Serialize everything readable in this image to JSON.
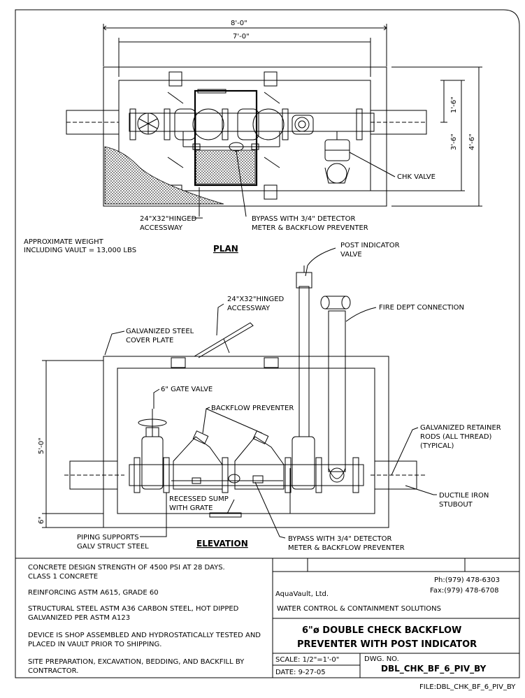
{
  "plan": {
    "title": "PLAN",
    "dim_outer": "8'-0\"",
    "dim_inner": "7'-0\"",
    "dim_1_6": "1'-6\"",
    "dim_3_6": "3'-6\"",
    "dim_4_6": "4'-6\"",
    "chk_valve": "CHK VALVE",
    "accessway_1": "24\"X32\"HINGED",
    "accessway_2": "ACCESSWAY",
    "bypass_1": "BYPASS WITH 3/4\" DETECTOR",
    "bypass_2": "METER & BACKFLOW PREVENTER"
  },
  "weight": {
    "line1": "APPROXIMATE WEIGHT",
    "line2": "INCLUDING VAULT = 13,000 LBS"
  },
  "elevation": {
    "title": "ELEVATION",
    "post_indicator_1": "POST INDICATOR",
    "post_indicator_2": "VALVE",
    "accessway_1": "24\"X32\"HINGED",
    "accessway_2": "ACCESSWAY",
    "fire_dept": "FIRE DEPT CONNECTION",
    "cover_1": "GALVANIZED STEEL",
    "cover_2": "COVER PLATE",
    "gate_valve": "6\" GATE VALVE",
    "backflow": "BACKFLOW PREVENTER",
    "retainer_1": "GALVANIZED RETAINER",
    "retainer_2": "RODS (ALL THREAD)",
    "retainer_3": "(TYPICAL)",
    "dim_5_0": "5'-0\"",
    "dim_6": "6\"",
    "sump_1": "RECESSED SUMP",
    "sump_2": "WITH GRATE",
    "ductile_1": "DUCTILE IRON",
    "ductile_2": "STUBOUT",
    "piping_1": "PIPING SUPPORTS",
    "piping_2": "GALV STRUCT STEEL",
    "bypass_1": "BYPASS WITH 3/4\" DETECTOR",
    "bypass_2": "METER & BACKFLOW PREVENTER"
  },
  "notes": [
    [
      "CONCRETE DESIGN STRENGTH OF 4500 PSI AT 28 DAYS.",
      "CLASS 1 CONCRETE"
    ],
    [
      "REINFORCING ASTM A615, GRADE 60"
    ],
    [
      "STRUCTURAL STEEL ASTM A36 CARBON STEEL, HOT DIPPED",
      "GALVANIZED PER ASTM A123"
    ],
    [
      "DEVICE IS SHOP ASSEMBLED AND HYDROSTATICALLY TESTED AND",
      "PLACED IN VAULT PRIOR TO SHIPPING."
    ],
    [
      "SITE PREPARATION, EXCAVATION, BEDDING, AND BACKFILL BY",
      "CONTRACTOR."
    ]
  ],
  "title_block": {
    "company": "AquaVault, Ltd.",
    "phone": "Ph:(979) 478-6303",
    "fax": "Fax:(979) 478-6708",
    "tagline": "WATER CONTROL & CONTAINMENT SOLUTIONS",
    "drawing_title_1": "6\"ø DOUBLE CHECK BACKFLOW",
    "drawing_title_2": "PREVENTER WITH POST INDICATOR",
    "scale": "SCALE:  1/2\"=1'-0\"",
    "date": "DATE:    9-27-05",
    "dwg_label": "DWG. NO.",
    "dwg_no": "DBL_CHK_BF_6_PIV_BY"
  },
  "file_label": "FILE:DBL_CHK_BF_6_PIV_BY"
}
